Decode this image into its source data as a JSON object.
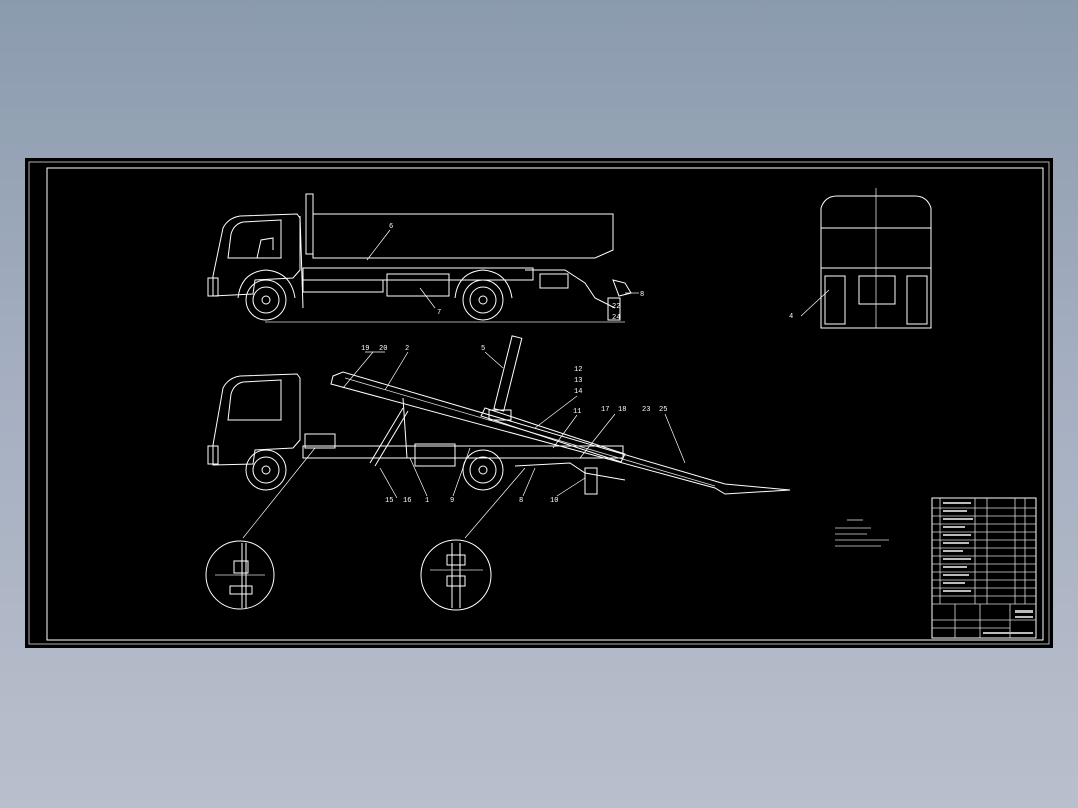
{
  "drawing": {
    "background": "#000000",
    "line_color": "#ffffff",
    "side_view_callouts": [
      "6",
      "7",
      "8",
      "22",
      "24"
    ],
    "tilted_view_callouts_top": [
      "19",
      "20",
      "2",
      "5",
      "12",
      "13",
      "14",
      "11",
      "17",
      "18",
      "23",
      "25"
    ],
    "tilted_view_callouts_bottom": [
      "15",
      "16",
      "1",
      "9",
      "8",
      "10"
    ],
    "rear_view_callouts": [
      "4"
    ]
  }
}
